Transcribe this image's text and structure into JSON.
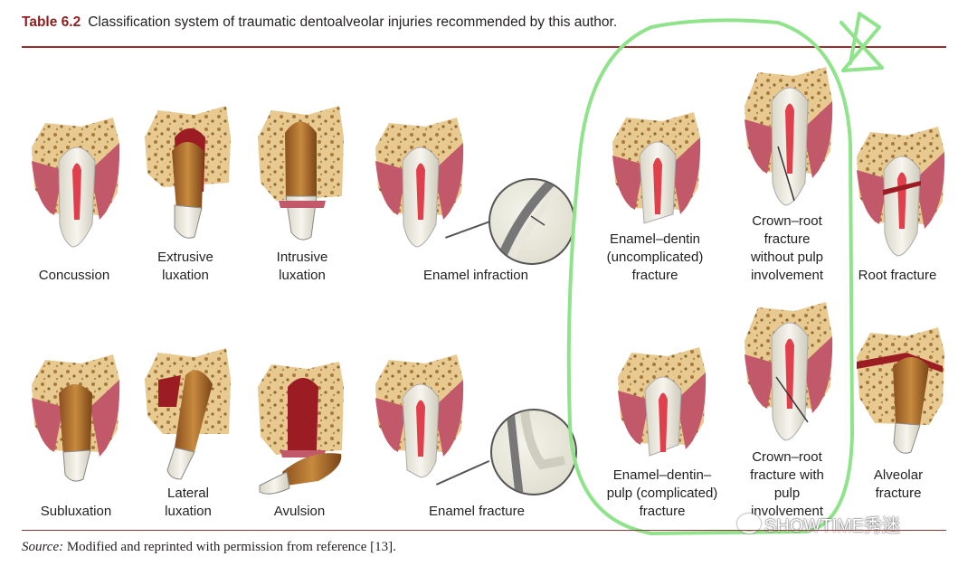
{
  "caption": {
    "table_number": "Table 6.2",
    "title": "Classification system of traumatic dentoalveolar injuries recommended by this author."
  },
  "injuries": {
    "concussion": "Concussion",
    "extrusive_luxation": [
      "Extrusive",
      "luxation"
    ],
    "intrusive_luxation": [
      "Intrusive",
      "luxation"
    ],
    "enamel_infraction": "Enamel infraction",
    "enamel_dentin": [
      "Enamel–dentin",
      "(uncomplicated)",
      "fracture"
    ],
    "crown_root_no_pulp": [
      "Crown–root",
      "fracture",
      "without pulp",
      "involvement"
    ],
    "root_fracture": "Root fracture",
    "subluxation": "Subluxation",
    "lateral_luxation": [
      "Lateral",
      "luxation"
    ],
    "avulsion": "Avulsion",
    "enamel_fracture": "Enamel fracture",
    "enamel_dentin_pulp": [
      "Enamel–dentin–",
      "pulp (complicated)",
      "fracture"
    ],
    "crown_root_pulp": [
      "Crown–root",
      "fracture with",
      "pulp",
      "involvement"
    ],
    "alveolar_fracture": [
      "Alveolar",
      "fracture"
    ]
  },
  "source": {
    "label": "Source:",
    "text": "Modified and reprinted with permission from reference [13]."
  },
  "watermark": "SHOWTIME秀迷",
  "colors": {
    "caption_accent": "#8f1f1f",
    "rule": "#9a2d2d",
    "highlight_annotation": "#8fe38a",
    "gum": "#c2596a",
    "bone": "#e7c68f",
    "pulp": "#e0404c",
    "enamel": "#f3f1e8"
  }
}
